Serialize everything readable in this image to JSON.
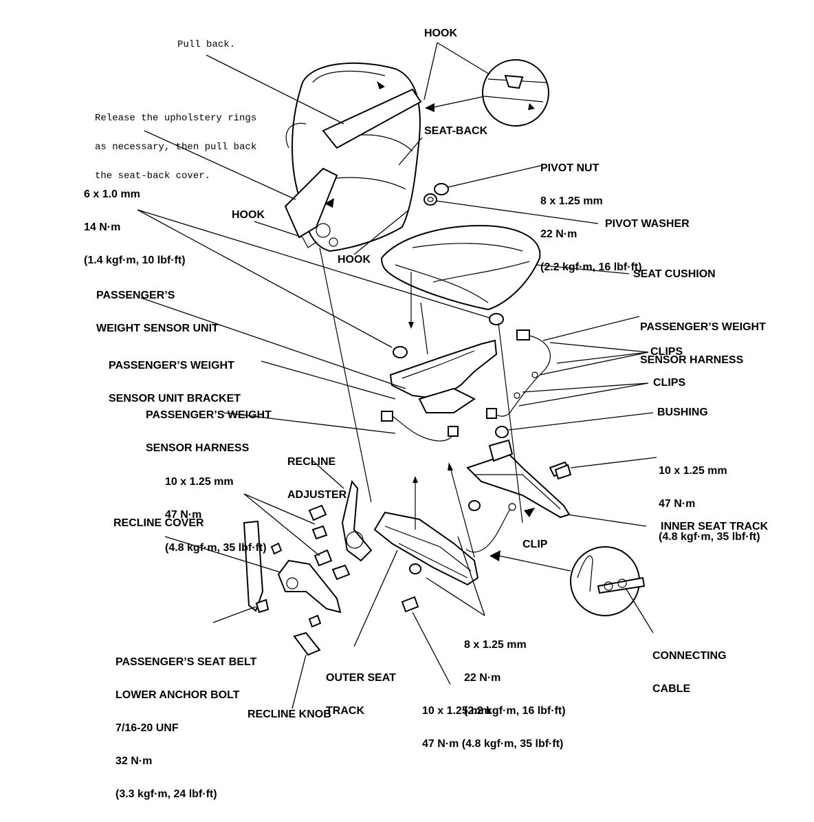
{
  "notes": {
    "pull_back": "Pull back.",
    "release": [
      "Release the upholstery rings",
      "as necessary, then pull back",
      "the seat-back cover."
    ]
  },
  "labels": {
    "hook_top": "HOOK",
    "hook_left": "HOOK",
    "hook_mid": "HOOK",
    "seat_back": "SEAT-BACK",
    "pivot_nut": [
      "PIVOT NUT",
      "8 x 1.25 mm",
      "22 N·m",
      "(2.2 kgf·m, 16 lbf·ft)"
    ],
    "pivot_washer": "PIVOT WASHER",
    "seat_cushion": "SEAT CUSHION",
    "bolt_6": [
      "6 x 1.0 mm",
      "14 N·m",
      "(1.4 kgf·m, 10 lbf·ft)"
    ],
    "sensor_unit": [
      "PASSENGER’S",
      "WEIGHT SENSOR UNIT"
    ],
    "sensor_harness_right": [
      "PASSENGER’S WEIGHT",
      "SENSOR HARNESS"
    ],
    "clips_1": "CLIPS",
    "clips_2": "CLIPS",
    "sensor_bracket": [
      "PASSENGER’S WEIGHT",
      "SENSOR UNIT BRACKET"
    ],
    "sensor_harness_left": [
      "PASSENGER’S WEIGHT",
      "SENSOR HARNESS"
    ],
    "bushing": "BUSHING",
    "recline_adjuster": [
      "RECLINE",
      "ADJUSTER"
    ],
    "bolt_10_left": [
      "10 x 1.25 mm",
      "47 N·m",
      "(4.8 kgf·m, 35 lbf·ft)"
    ],
    "bolt_10_right": [
      "10 x 1.25 mm",
      "47 N·m",
      "(4.8 kgf·m, 35 lbf·ft)"
    ],
    "inner_track": "INNER SEAT TRACK",
    "recline_cover": "RECLINE COVER",
    "clip": "CLIP",
    "anchor_bolt": [
      "PASSENGER’S SEAT BELT",
      "LOWER ANCHOR BOLT",
      "7/16-20 UNF",
      "32 N·m",
      "(3.3 kgf·m, 24 lbf·ft)"
    ],
    "outer_track": [
      "OUTER SEAT",
      "TRACK"
    ],
    "bolt_8": [
      "8 x 1.25 mm",
      "22 N·m",
      "(2.2 kgf·m, 16 lbf·ft)"
    ],
    "connecting_cable": [
      "CONNECTING",
      "CABLE"
    ],
    "bolt_10_bottom": [
      "10 x 1.25 mm",
      "47 N·m (4.8 kgf·m, 35 lbf·ft)"
    ],
    "recline_knob": "RECLINE KNOB"
  }
}
